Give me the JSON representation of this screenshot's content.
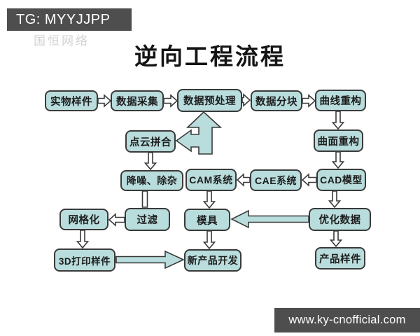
{
  "header": {
    "tag": "TG: MYYJJPP",
    "brand": "国恒网络"
  },
  "title": "逆向工程流程",
  "footer": {
    "website": "www.ky-cnofficial.com"
  },
  "colors": {
    "node_fill": "#b9dcdc",
    "node_border": "#3a3a3a",
    "connector_fill": "#ffffff",
    "bar_bg": "#4e4e4e",
    "background": "#ffffff"
  },
  "diagram_type": "flowchart",
  "nodes": [
    {
      "id": "physical-sample",
      "label": "实物样件"
    },
    {
      "id": "data-acquisition",
      "label": "数据采集"
    },
    {
      "id": "data-preprocessing",
      "label": "数据预处理"
    },
    {
      "id": "data-segmentation",
      "label": "数据分块"
    },
    {
      "id": "curve-reconstruction",
      "label": "曲线重构"
    },
    {
      "id": "point-cloud-merging",
      "label": "点云拼合"
    },
    {
      "id": "surface-reconstruction",
      "label": "曲面重构"
    },
    {
      "id": "denoise-cleanup",
      "label": "降噪、除杂"
    },
    {
      "id": "cam-system",
      "label": "CAM系统"
    },
    {
      "id": "cae-system",
      "label": "CAE系统"
    },
    {
      "id": "cad-model",
      "label": "CAD模型"
    },
    {
      "id": "meshing",
      "label": "网格化"
    },
    {
      "id": "filtering",
      "label": "过滤"
    },
    {
      "id": "mold",
      "label": "模具"
    },
    {
      "id": "optimized-data",
      "label": "优化数据"
    },
    {
      "id": "printed-sample-3d",
      "label": "3D打印样件"
    },
    {
      "id": "new-product-development",
      "label": "新产品开发"
    },
    {
      "id": "product-sample",
      "label": "产品样件"
    }
  ],
  "edges": [
    {
      "from": "physical-sample",
      "to": "data-acquisition"
    },
    {
      "from": "data-acquisition",
      "to": "data-preprocessing"
    },
    {
      "from": "data-preprocessing",
      "to": "data-segmentation"
    },
    {
      "from": "data-segmentation",
      "to": "curve-reconstruction"
    },
    {
      "from": "curve-reconstruction",
      "to": "surface-reconstruction"
    },
    {
      "from": "surface-reconstruction",
      "to": "cad-model"
    },
    {
      "from": "cad-model",
      "to": "cae-system"
    },
    {
      "from": "cae-system",
      "to": "cam-system"
    },
    {
      "from": "cam-system",
      "to": "mold"
    },
    {
      "from": "cad-model",
      "to": "optimized-data"
    },
    {
      "from": "optimized-data",
      "to": "mold"
    },
    {
      "from": "optimized-data",
      "to": "product-sample"
    },
    {
      "from": "point-cloud-merging",
      "to": "data-preprocessing"
    },
    {
      "from": "point-cloud-merging",
      "to": "denoise-cleanup"
    },
    {
      "from": "denoise-cleanup",
      "to": "filtering"
    },
    {
      "from": "filtering",
      "to": "meshing"
    },
    {
      "from": "meshing",
      "to": "printed-sample-3d"
    },
    {
      "from": "printed-sample-3d",
      "to": "new-product-development"
    },
    {
      "from": "mold",
      "to": "new-product-development"
    }
  ]
}
